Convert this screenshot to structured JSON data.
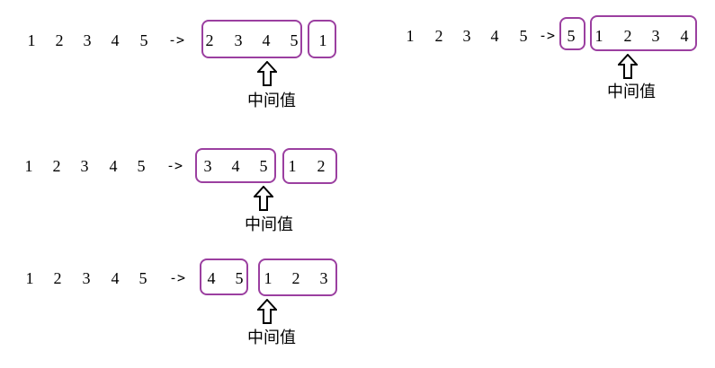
{
  "colors": {
    "group_border": "#9b3fa0",
    "text": "#000000"
  },
  "icons": {
    "pointer": "up-arrow-outline-icon"
  },
  "diagrams": [
    {
      "sequence": [
        "1",
        "2",
        "3",
        "4",
        "5"
      ],
      "arrow": "->",
      "left_group": [
        "2",
        "3",
        "4",
        "5"
      ],
      "right_group": [
        "1"
      ],
      "label": "中间值"
    },
    {
      "sequence": [
        "1",
        "2",
        "3",
        "4",
        "5"
      ],
      "arrow": "->",
      "left_group": [
        "5"
      ],
      "right_group": [
        "1",
        "2",
        "3",
        "4"
      ],
      "label": "中间值"
    },
    {
      "sequence": [
        "1",
        "2",
        "3",
        "4",
        "5"
      ],
      "arrow": "->",
      "left_group": [
        "3",
        "4",
        "5"
      ],
      "right_group": [
        "1",
        "2"
      ],
      "label": "中间值"
    },
    {
      "sequence": [
        "1",
        "2",
        "3",
        "4",
        "5"
      ],
      "arrow": "->",
      "left_group": [
        "4",
        "5"
      ],
      "right_group": [
        "1",
        "2",
        "3"
      ],
      "label": "中间值"
    }
  ]
}
